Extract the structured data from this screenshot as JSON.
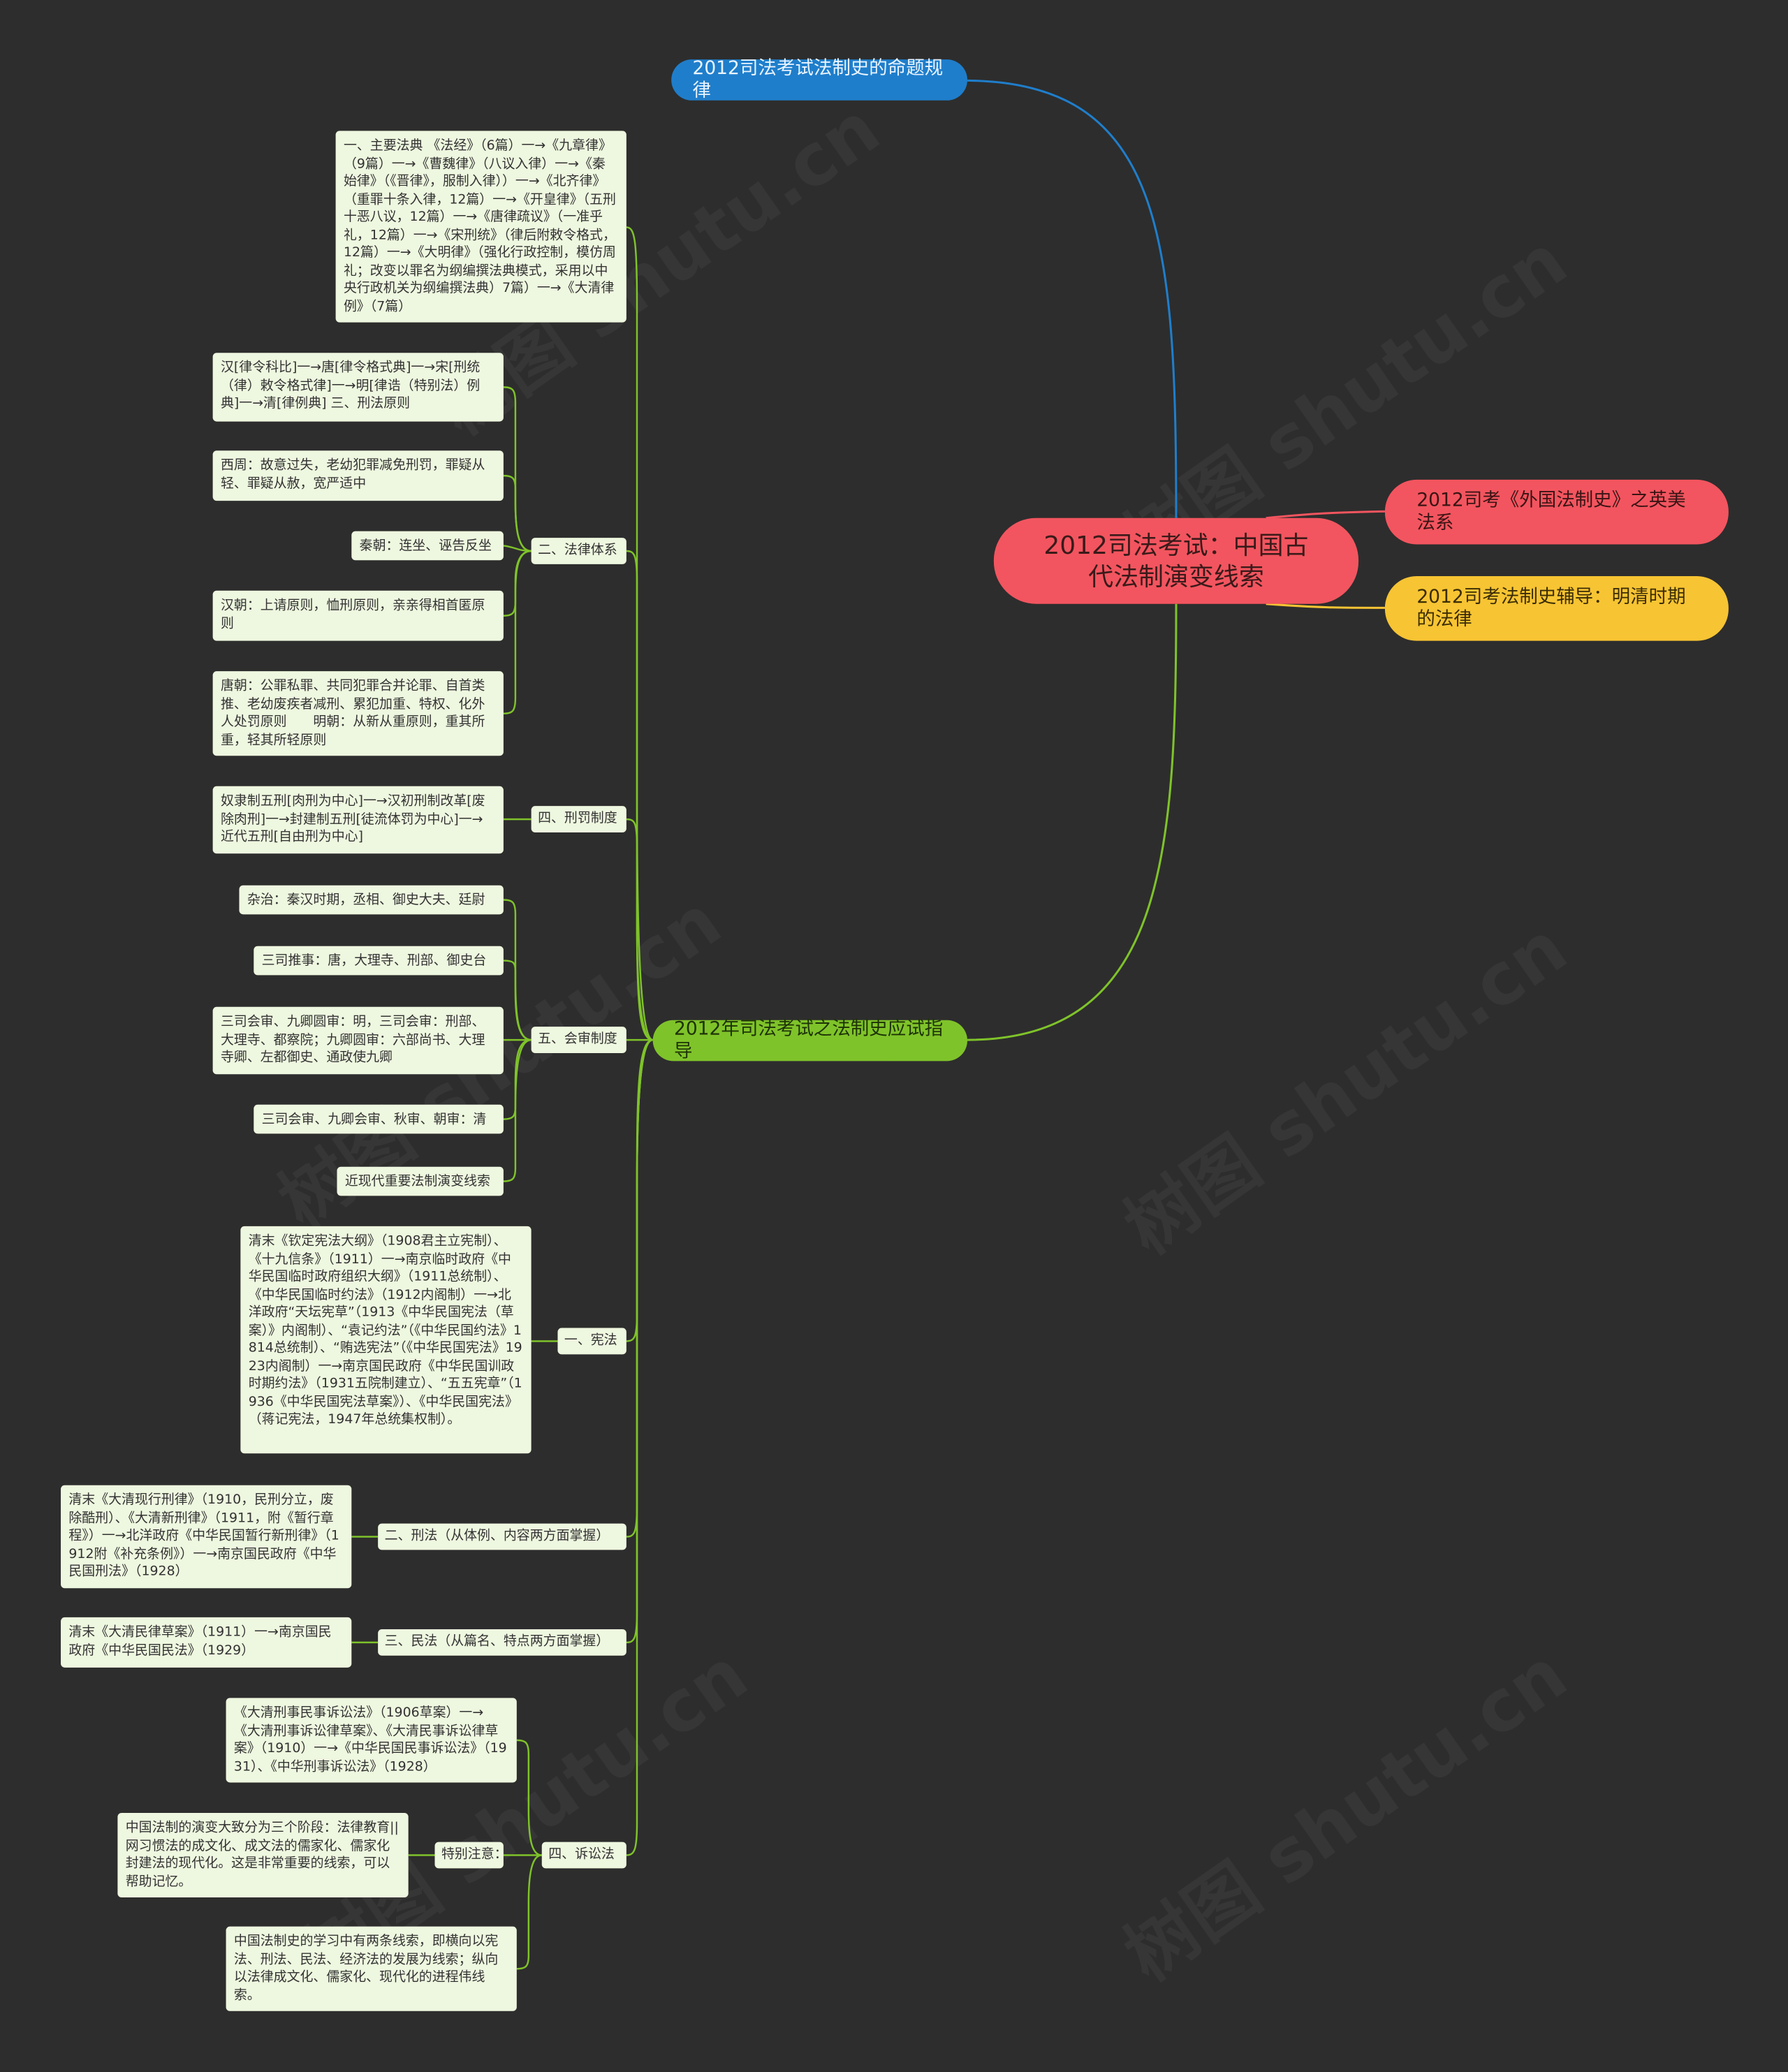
{
  "root": "2012司法考试：中国古代法制演变线索",
  "branches": {
    "rule": "2012司法考试法制史的命题规律",
    "guide": "2012年司法考试之法制史应试指导",
    "foreign": "2012司考《外国法制史》之英美法系",
    "mingqing": "2012司考法制史辅导：明清时期的法律"
  },
  "colors": {
    "blue": "#1f7ecb",
    "green": "#7fc32a",
    "red": "#f2555f",
    "yellow": "#f7c433",
    "background": "#2d2d2d"
  },
  "watermark": "树图 shutu.cn",
  "nodes": {
    "code": "一、主要法典 《法经》（6篇）一→《九章律》（9篇）一→《曹魏律》（八议入律）一→《秦始律》（《晋律》，服制入律））一→《北齐律》（重罪十条入律，12篇）一→《开皇律》（五刑十恶八议，12篇）一→《唐律疏议》（一准乎礼，12篇）一→《宋刑统》（律后附敕令格式，12篇）一→《大明律》（强化行政控制，模仿周礼；改变以罪名为纲编撰法典模式，采用以中央行政机关为纲编撰法典）7篇）一→《大清律例》（7篇）",
    "system_label": "二、法律体系",
    "system_forms": "汉[律令科比]一→唐[律令格式典]一→宋[刑统（律）敕令格式律]一→明[律诰（特别法）例典]一→清[律例典] 三、刑法原则",
    "xizhou": "西周：故意过失，老幼犯罪减免刑罚，罪疑从轻、罪疑从赦，宽严适中",
    "qin": "秦朝：连坐、诬告反坐",
    "han": "汉朝：上请原则，恤刑原则，亲亲得相首匿原则",
    "tang_ming": "唐朝：公罪私罪、共同犯罪合并论罪、自首类推、老幼废疾者减刑、累犯加重、特权、化外人处罚原则　　明朝：从新从重原则，重其所重，轻其所轻原则",
    "punish_label": "四、刑罚制度",
    "punish": "奴隶制五刑[肉刑为中心]一→汉初刑制改革[废除肉刑]一→封建制五刑[徒流体罚为中心]一→近代五刑[自由刑为中心]",
    "trial_label": "五、会审制度",
    "zazhi": "杂治：秦汉时期，丞相、御史大夫、廷尉",
    "sansi_tang": "三司推事：唐，大理寺、刑部、御史台",
    "sansi_ming": "三司会审、九卿圆审：明，三司会审：刑部、大理寺、都察院；九卿圆审：六部尚书、大理寺卿、左都御史、通政使九卿",
    "sansi_qing": "三司会审、九卿会审、秋审、朝审：清",
    "modern": "近现代重要法制演变线索",
    "const_label": "一、宪法",
    "const": "清末《钦定宪法大纲》（1908君主立宪制）、《十九信条》（1911）一→南京临时政府《中华民国临时政府组织大纲》（1911总统制）、《中华民国临时约法》（1912内阁制）一→北洋政府“天坛宪草”（1913《中华民国宪法（草案）》内阁制）、“袁记约法”（《中华民国约法》1814总统制）、“贿选宪法”（《中华民国宪法》1923内阁制）一→南京国民政府《中华民国训政时期约法》（1931五院制建立）、“五五宪章”（1936《中华民国宪法草案》）、《中华民国宪法》（蒋记宪法，1947年总统集权制）。",
    "crim_label": "二、刑法（从体例、内容两方面掌握）",
    "crim": "清末《大清现行刑律》（1910，民刑分立，废除酷刑）、《大清新刑律》（1911，附《暂行章程》）一→北洋政府《中华民国暂行新刑律》（1912附《补充条例》）一→南京国民政府《中华民国刑法》（1928）",
    "civil_label": "三、民法（从篇名、特点两方面掌握）",
    "civil": "清末《大清民律草案》（1911）一→南京国民政府《中华民国民法》（1929）",
    "proc_label": "四、诉讼法",
    "proc": "《大清刑事民事诉讼法》（1906草案）一→《大清刑事诉讼律草案》、《大清民事诉讼律草案》（1910）一→《中华民国民事诉讼法》（1931）、《中华刑事诉讼法》（1928）",
    "note_label": "特别注意：",
    "note": "中国法制的演变大致分为三个阶段：法律教育||网习惯法的成文化、成文法的儒家化、儒家化封建法的现代化。这是非常重要的线索，可以帮助记忆。",
    "study": "中国法制史的学习中有两条线索，即横向以宪法、刑法、民法、经济法的发展为线索；纵向以法律成文化、儒家化、现代化的进程伟线索。"
  }
}
